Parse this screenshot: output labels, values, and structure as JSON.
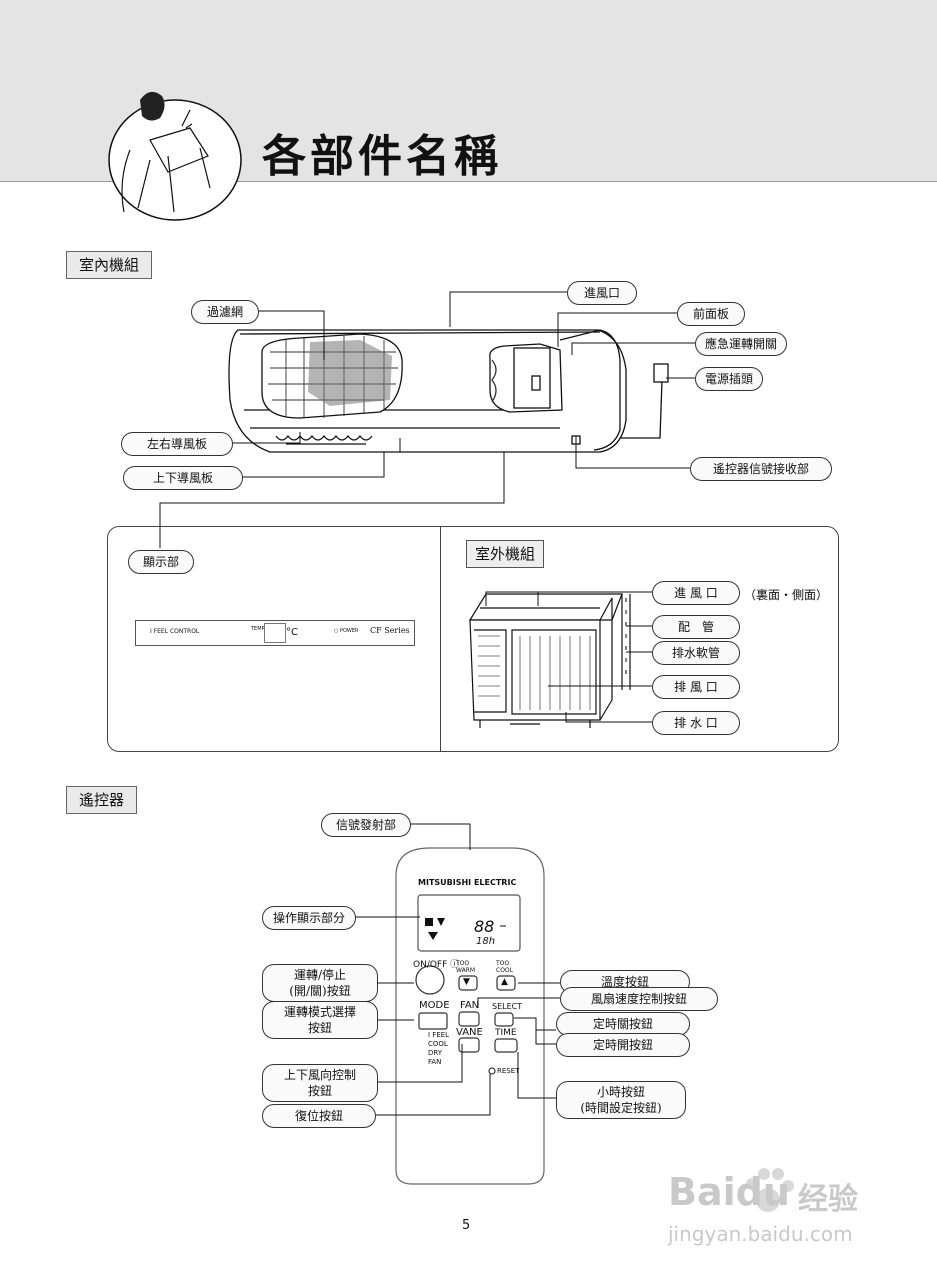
{
  "page": {
    "title": "各部件名稱",
    "page_number": "5"
  },
  "indoor": {
    "section_label": "室內機組",
    "labels": {
      "air_inlet": "進風口",
      "air_filter": "過濾網",
      "front_panel": "前面板",
      "emergency_switch": "應急運轉開關",
      "power_plug": "電源插頭",
      "horizontal_vane": "左右導風板",
      "vertical_vane": "上下導風板",
      "receiver": "遙控器信號接收部",
      "display": "顯示部"
    },
    "display_strip": {
      "i_feel": "I FEEL CONTROL",
      "temp": "TEMP",
      "celsius": "°C",
      "power": "○ POWER",
      "series": "CF Series"
    }
  },
  "outdoor": {
    "section_label": "室外機組",
    "labels": {
      "air_inlet": "進 風 口",
      "air_inlet_note": "（裏面・側面）",
      "piping": "配　管",
      "drain_hose": "排水軟管",
      "air_outlet": "排 風 口",
      "drain_outlet": "排 水 口"
    }
  },
  "remote": {
    "section_label": "遙控器",
    "brand": "MITSUBISHI ELECTRIC",
    "lcd_temp": "88",
    "lcd_time": "18h",
    "onoff": "ON/OFF ⓘ",
    "too_warm": "TOO WARM",
    "too_cool": "TOO COOL",
    "mode": "MODE",
    "mode_ifeel": "I FEEL",
    "mode_cool": "COOL",
    "mode_dry": "DRY",
    "mode_fan": "FAN",
    "fan": "FAN",
    "vane": "VANE",
    "select": "SELECT",
    "time": "TIME",
    "reset": "RESET",
    "labels": {
      "transmitter": "信號發射部",
      "display": "操作顯示部分",
      "onoff_line1": "運轉/停止",
      "onoff_line2": "(開/關)按鈕",
      "mode_line1": "運轉模式選擇",
      "mode_line2": "按鈕",
      "vane_line1": "上下風向控制",
      "vane_line2": "按鈕",
      "reset": "復位按鈕",
      "temp_buttons": "溫度按鈕",
      "fan_speed": "風扇速度控制按鈕",
      "off_timer": "定時關按鈕",
      "on_timer": "定時開按鈕",
      "hour_line1": "小時按鈕",
      "hour_line2": "(時間設定按鈕)"
    }
  },
  "watermark": {
    "brand": "Baidu",
    "brand_cn": "经验",
    "url": "jingyan.baidu.com"
  }
}
